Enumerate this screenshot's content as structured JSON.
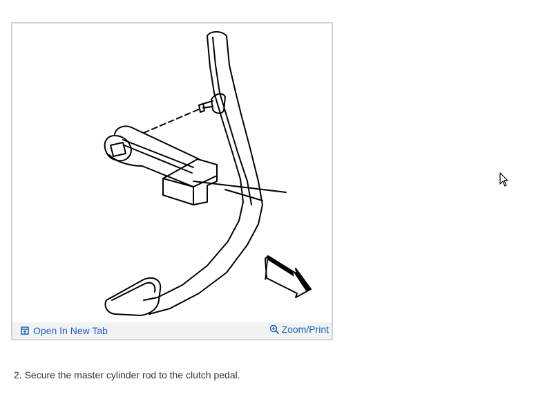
{
  "figure": {
    "toolbar": {
      "open_label": "Open In New Tab",
      "zoom_label": "Zoom/Print"
    }
  },
  "step": {
    "text": "2. Secure the master cylinder rod to the clutch pedal."
  },
  "colors": {
    "link": "#1f5fb4",
    "toolbar_bg": "#f1f2f4",
    "border": "#d3d3d3"
  }
}
